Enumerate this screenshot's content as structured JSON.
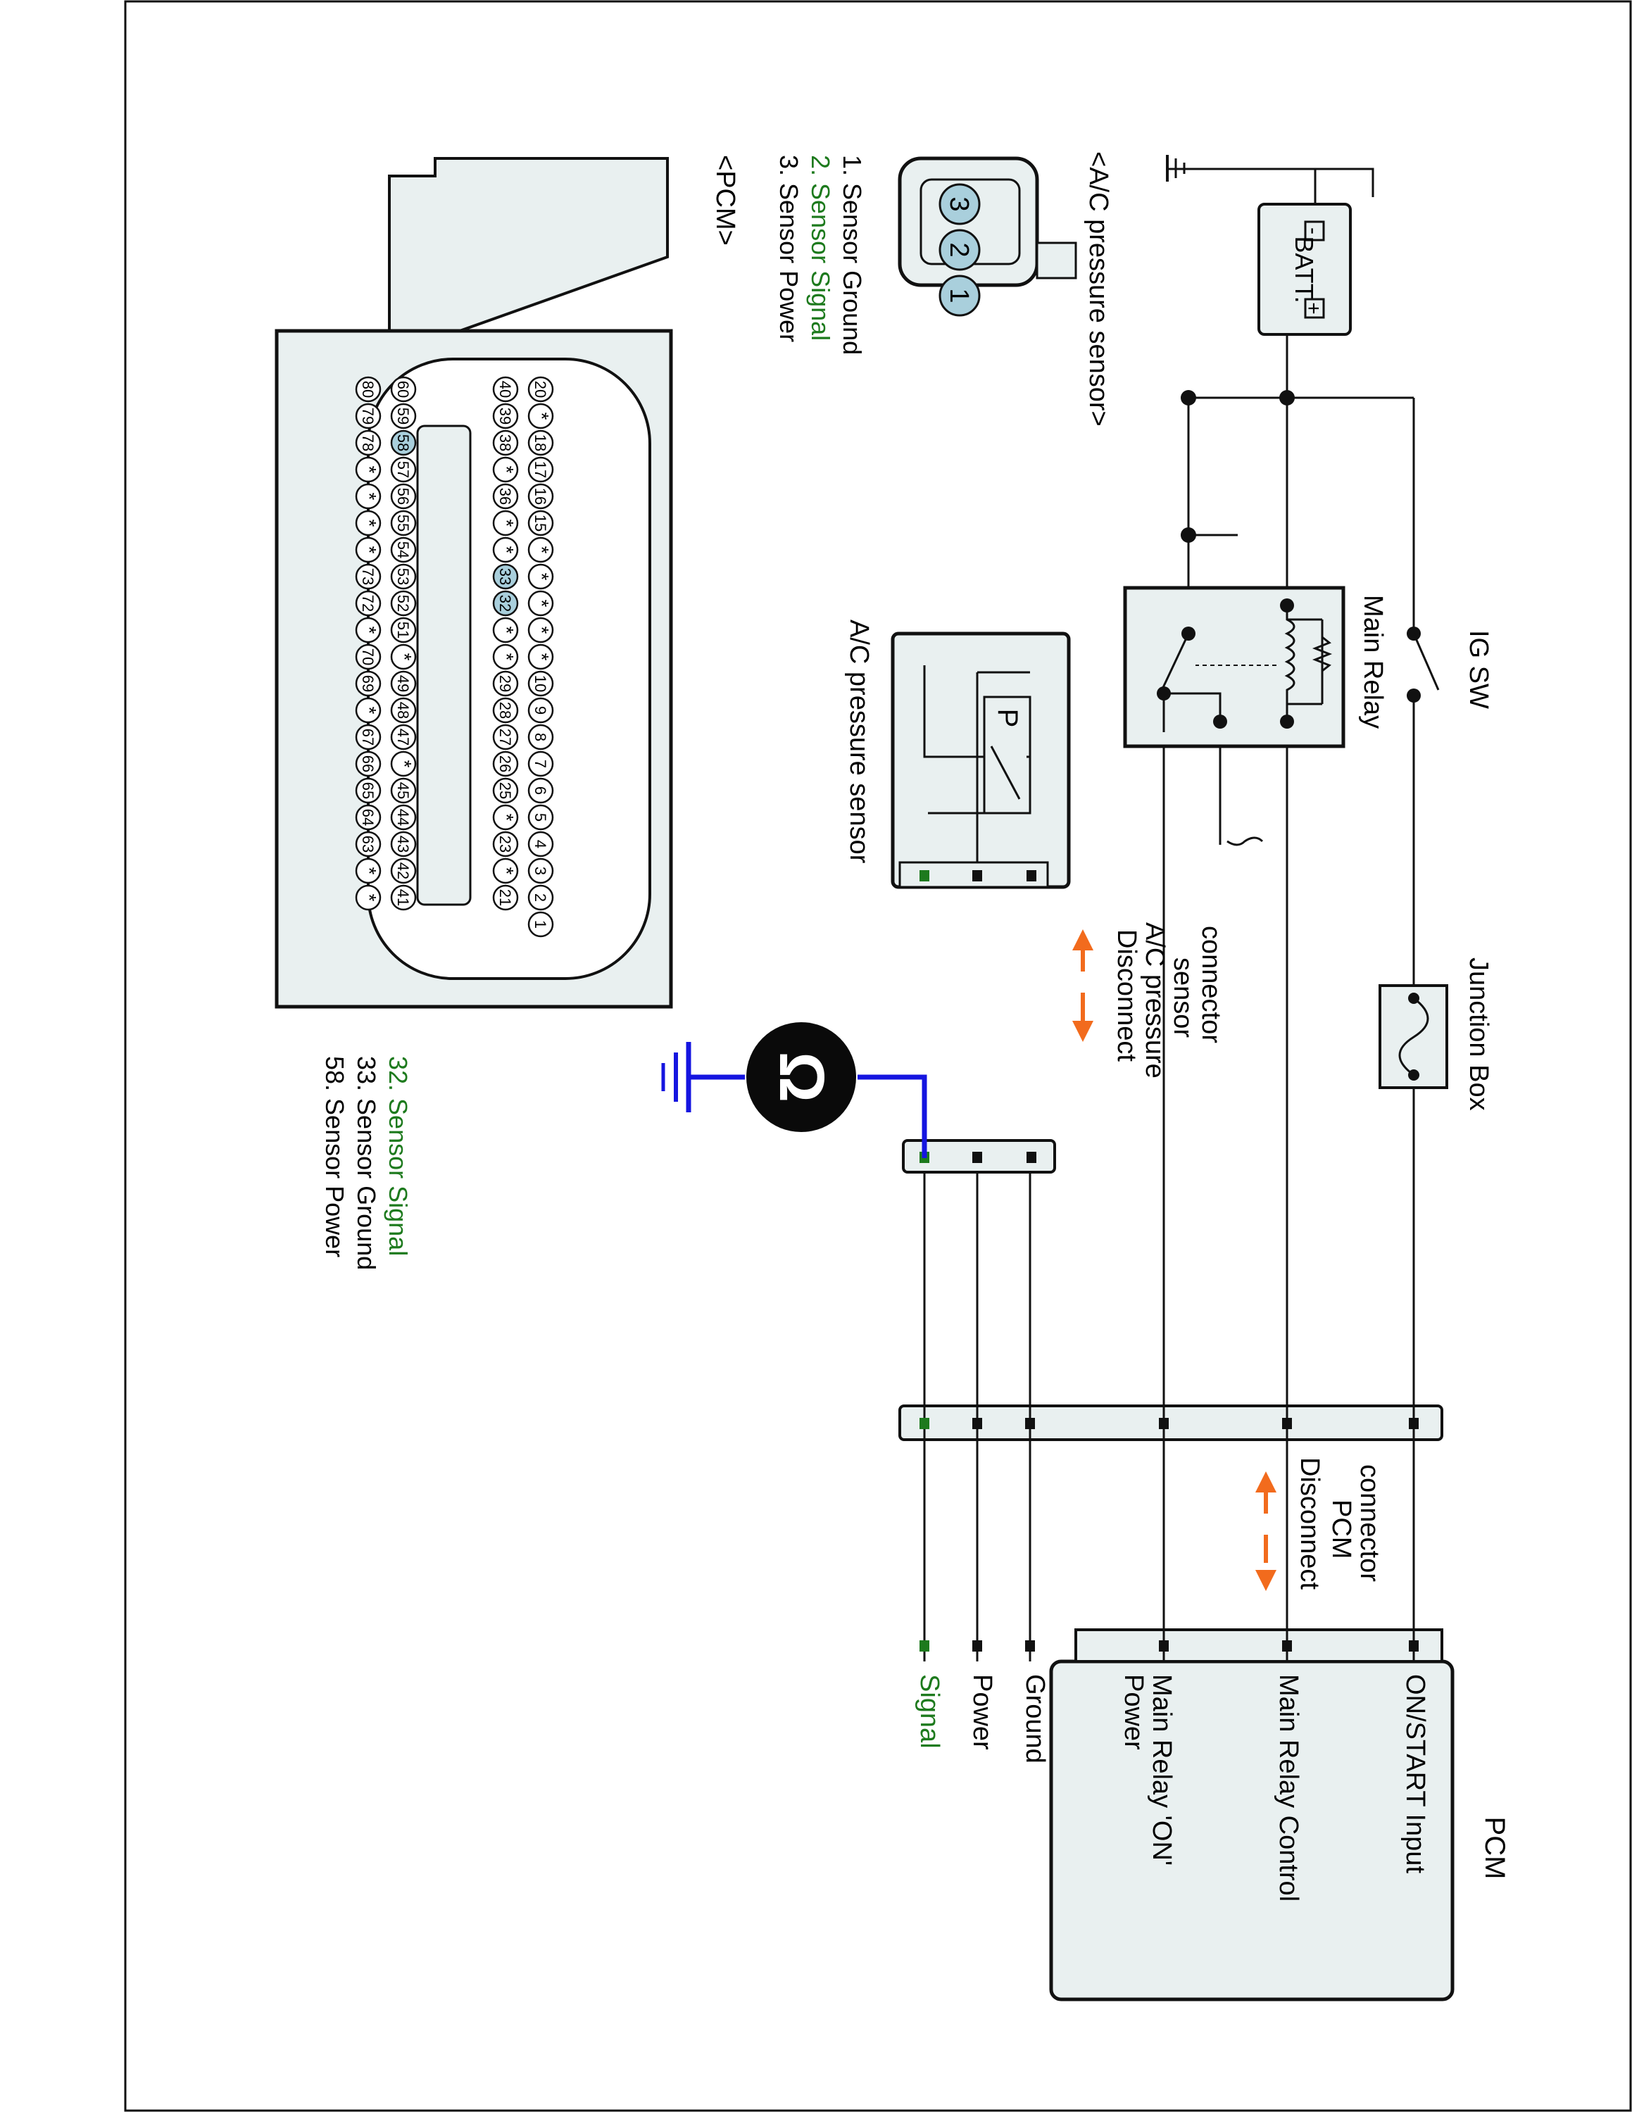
{
  "colors": {
    "line": "#111111",
    "signal_green": "#1d7a1d",
    "ground_blue": "#1515e0",
    "arrow_orange": "#f26b1d",
    "panel_fill": "#e9f0f0",
    "pin_highlight": "#a9cfdc",
    "meter_fill": "#0a0a0a"
  },
  "labels": {
    "batt": "BATT.",
    "batt_minus": "-",
    "batt_plus": "+",
    "ig_sw": "IG SW",
    "main_relay": "Main Relay",
    "junction_box": "Junction Box",
    "ac_pressure_sensor": "A/C pressure sensor",
    "sensor_p": "P",
    "disconnect_sensor": [
      "Disconnect",
      "A/C pressure",
      "sensor",
      "connector"
    ],
    "disconnect_pcm": [
      "Disconnect",
      "PCM",
      "connector"
    ],
    "pcm": "PCM",
    "meter_symbol": "Ω"
  },
  "pcm_pins": [
    {
      "label": "ON/START Input",
      "signal": false
    },
    {
      "label": "Main Relay Control",
      "signal": false
    },
    {
      "label": "Main Relay 'ON'",
      "label2": "Power",
      "signal": false
    },
    {
      "label": "Ground",
      "signal": false
    },
    {
      "label": "Power",
      "signal": false
    },
    {
      "label": "Signal",
      "signal": true
    }
  ],
  "sensor_connector": {
    "title": "<A/C pressure sensor>",
    "pins": [
      "3",
      "2",
      "1"
    ],
    "legend": [
      {
        "text": "1. Sensor Ground",
        "signal": false
      },
      {
        "text": "2. Sensor Signal",
        "signal": true
      },
      {
        "text": "3. Sensor Power",
        "signal": false
      }
    ]
  },
  "pcm_connector": {
    "title": "<PCM>",
    "rows": [
      [
        "20",
        "*",
        "18",
        "17",
        "16",
        "15",
        "*",
        "*",
        "*",
        "*",
        "*",
        "10",
        "9",
        "8",
        "7",
        "6",
        "5",
        "4",
        "3",
        "2",
        "1"
      ],
      [
        "40",
        "39",
        "38",
        "*",
        "36",
        "*",
        "*",
        "33",
        "32",
        "*",
        "*",
        "29",
        "28",
        "27",
        "26",
        "25",
        "*",
        "23",
        "*",
        "21"
      ],
      [
        "60",
        "59",
        "58",
        "57",
        "56",
        "55",
        "54",
        "53",
        "52",
        "51",
        "*",
        "49",
        "48",
        "47",
        "*",
        "45",
        "44",
        "43",
        "42",
        "41"
      ],
      [
        "80",
        "79",
        "78",
        "*",
        "*",
        "*",
        "*",
        "73",
        "72",
        "*",
        "70",
        "69",
        "*",
        "67",
        "66",
        "65",
        "64",
        "63",
        "*",
        "*"
      ]
    ],
    "highlighted": [
      "32",
      "33",
      "58"
    ],
    "legend": [
      {
        "text": "32. Sensor Signal",
        "signal": true
      },
      {
        "text": "33. Sensor Ground",
        "signal": false
      },
      {
        "text": "58. Sensor Power",
        "signal": false
      }
    ]
  }
}
